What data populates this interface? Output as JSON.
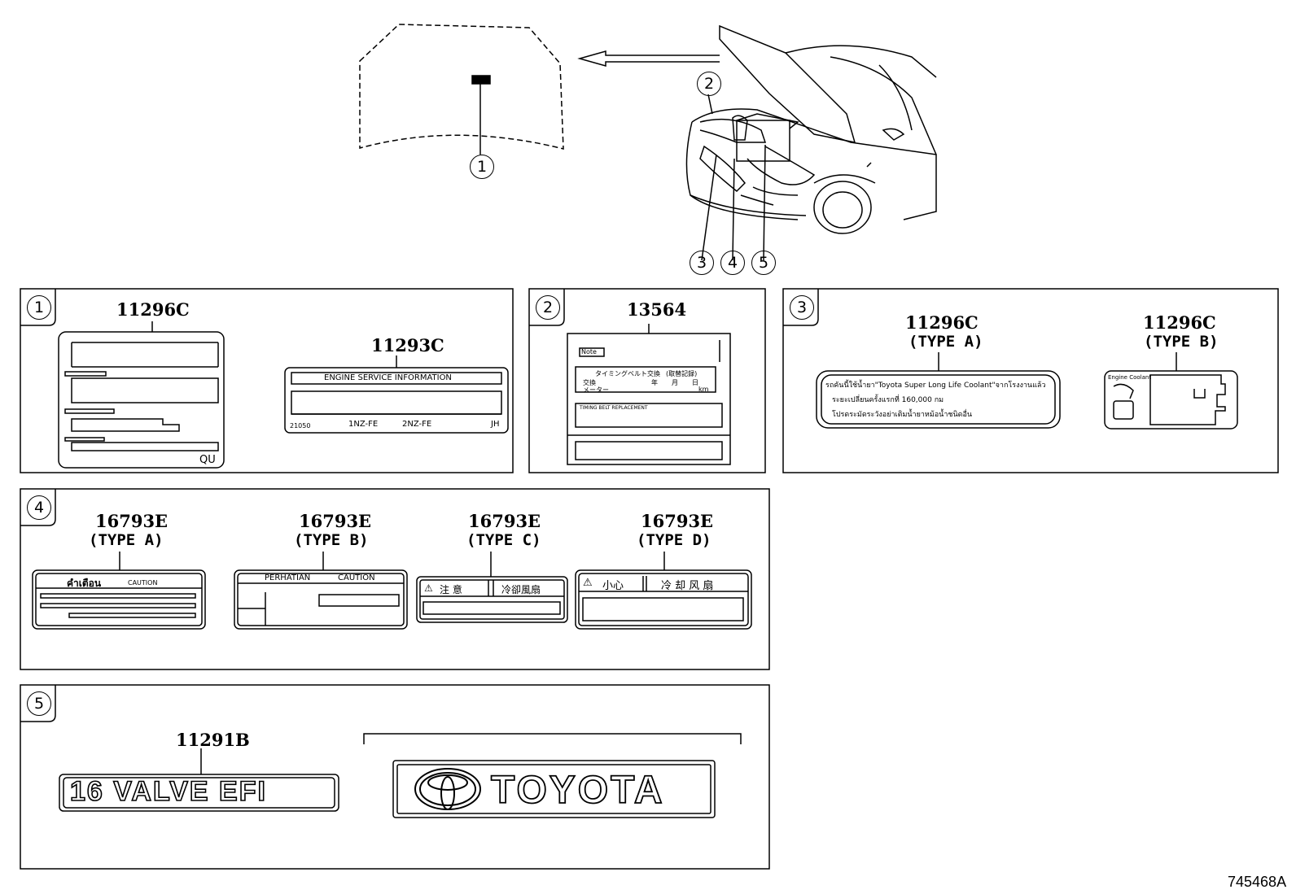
{
  "diagram_id": "745468A",
  "overview_callouts": [
    "1",
    "2",
    "3",
    "4",
    "5"
  ],
  "sections": [
    {
      "num": "1",
      "labels": [
        {
          "part": "11296C",
          "text_bottom": "QU"
        },
        {
          "part": "11293C",
          "header": "ENGINE SERVICE INFORMATION",
          "footer_left": "21050",
          "footer_mid1": "1NZ-FE",
          "footer_mid2": "2NZ-FE",
          "footer_right": "JH"
        }
      ]
    },
    {
      "num": "2",
      "labels": [
        {
          "part": "13564",
          "note": "Note",
          "jp_line": "タイミングベルト交換",
          "jp_line2": "(取替記録)",
          "jp_row1a": "交換",
          "jp_row1b": "年",
          "jp_row1c": "月",
          "jp_row1d": "日",
          "jp_row2a": "メーター",
          "jp_row2b": "km",
          "band": "TIMING BELT REPLACEMENT"
        }
      ]
    },
    {
      "num": "3",
      "labels": [
        {
          "part": "11296C",
          "type": "(TYPE A)",
          "line1": "รถคันนี้ใช้น้ำยา\"Toyota Super Long Life Coolant\"จากโรงงานแล้ว",
          "line2": "ระยะเปลี่ยนครั้งแรกที่ 160,000 กม",
          "line3": "โปรดระมัดระวังอย่าเติมน้ำยาหม้อน้ำชนิดอื่น"
        },
        {
          "part": "11296C",
          "type": "(TYPE B)",
          "header": "Engine Coolant"
        }
      ]
    },
    {
      "num": "4",
      "labels": [
        {
          "part": "16793E",
          "type": "(TYPE A)",
          "head1": "คำเตือน",
          "head2": "CAUTION"
        },
        {
          "part": "16793E",
          "type": "(TYPE B)",
          "head1": "PERHATIAN",
          "head2": "CAUTION"
        },
        {
          "part": "16793E",
          "type": "(TYPE C)",
          "head1": "注 意",
          "head2": "冷卻風扇"
        },
        {
          "part": "16793E",
          "type": "(TYPE D)",
          "head1": "小心",
          "head2": "冷 却 风 扇"
        }
      ]
    },
    {
      "num": "5",
      "labels": [
        {
          "part": "11291B",
          "emblem": "16 VALVE EFI"
        },
        {
          "emblem": "TOYOTA"
        }
      ]
    }
  ]
}
